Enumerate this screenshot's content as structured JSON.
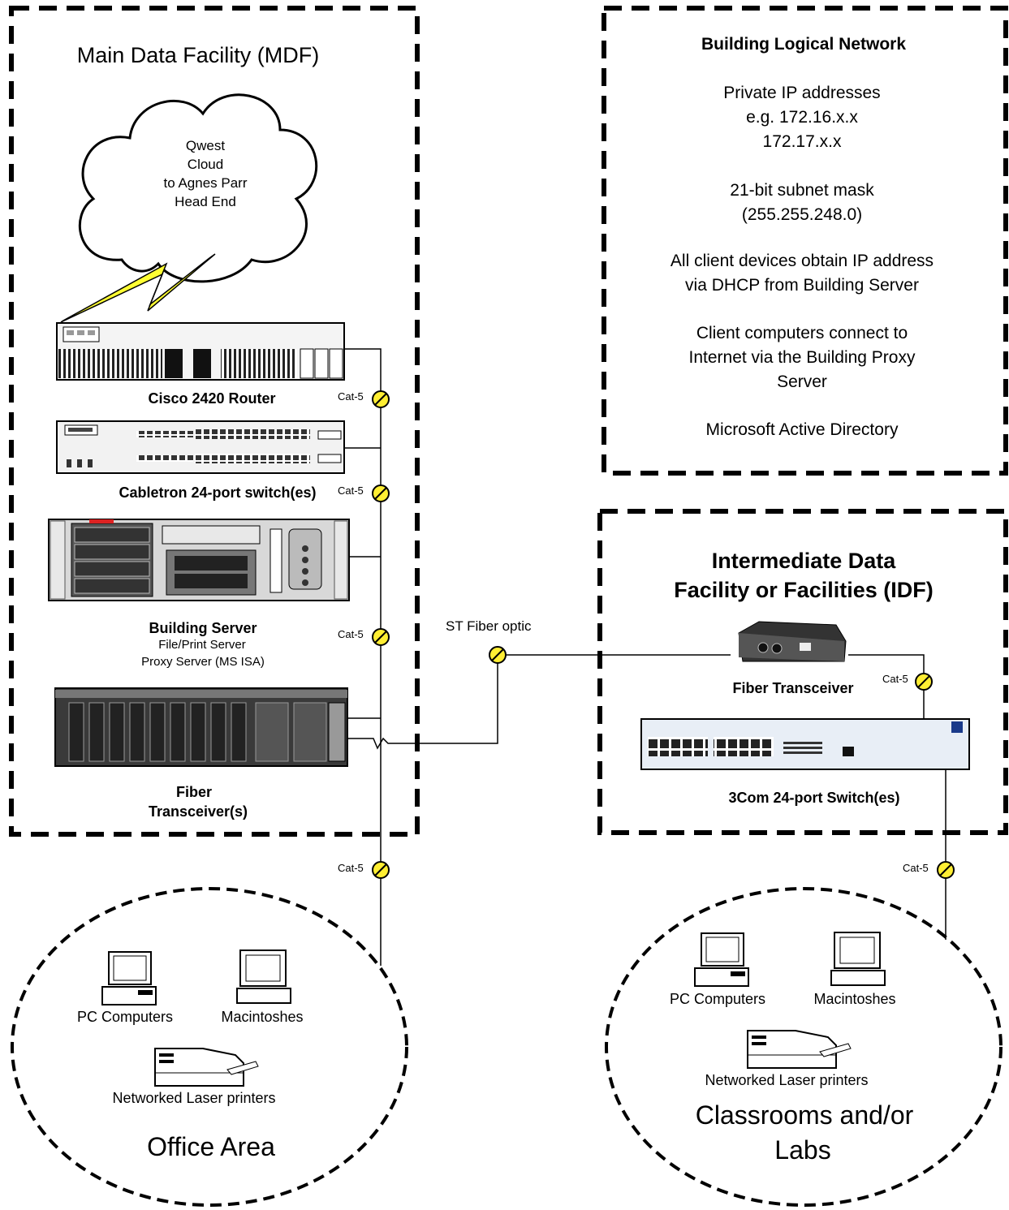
{
  "mdf": {
    "title": "Main Data Facility (MDF)",
    "cloud": [
      "Qwest",
      "Cloud",
      "to Agnes Parr",
      "Head End"
    ],
    "router_label": "Cisco 2420 Router",
    "switch_label": "Cabletron 24-port switch(es)",
    "server_label": "Building Server",
    "server_sub1": "File/Print Server",
    "server_sub2": "Proxy Server (MS ISA)",
    "fiber_label1": "Fiber",
    "fiber_label2": "Transceiver(s)"
  },
  "logical": {
    "title": "Building Logical Network",
    "lines": [
      "Private IP addresses",
      "e.g. 172.16.x.x",
      "172.17.x.x",
      "",
      "21-bit subnet mask",
      "(255.255.248.0)",
      "",
      "All client devices obtain IP address",
      "via DHCP from Building Server",
      "",
      "Client computers connect to",
      "Internet via the Building Proxy",
      "Server",
      "",
      "Microsoft Active Directory"
    ]
  },
  "idf": {
    "title1": "Intermediate Data",
    "title2": "Facility or Facilities (IDF)",
    "transceiver_label": "Fiber Transceiver",
    "switch_label": "3Com 24-port Switch(es)"
  },
  "links": {
    "cat5": "Cat-5",
    "fiber": "ST Fiber optic"
  },
  "office": {
    "pc": "PC Computers",
    "mac": "Macintoshes",
    "printer": "Networked Laser printers",
    "title": "Office Area"
  },
  "classrooms": {
    "pc": "PC Computers",
    "mac": "Macintoshes",
    "printer": "Networked Laser printers",
    "title1": "Classrooms and/or",
    "title2": "Labs"
  },
  "colors": {
    "lightning": "#ffff33",
    "connector": "#ffee33",
    "rack": "#d8d8d8"
  }
}
